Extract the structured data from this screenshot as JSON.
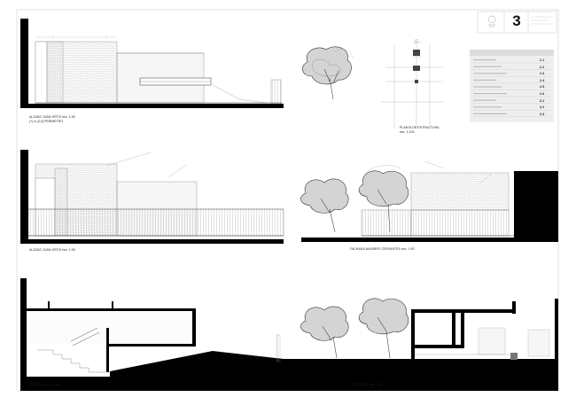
{
  "sheet": {
    "number": "3",
    "background": "#ffffff",
    "ink": "#111111"
  },
  "drawings": [
    {
      "id": "elev-1",
      "caption": "ALZADO JUAN ORTIZ esc. 1:50",
      "subcaption": "(+) A (0,0) PERIMETRO"
    },
    {
      "id": "floor-plan",
      "caption": "PLANTA DE ESTRUCTURA",
      "subcaption": "esc. 1:100"
    },
    {
      "id": "elev-2",
      "caption": "ALZADO JUAN ORTIZ esc. 1:50"
    },
    {
      "id": "elev-3",
      "caption": "FACHADA NAVARRO CERVANTES esc. 1:50"
    },
    {
      "id": "sect-1",
      "caption": "CORTE A-A esc. 1:50"
    },
    {
      "id": "sect-2",
      "caption": "CORTE B-B esc. 1:50"
    }
  ],
  "legend": {
    "rows": [
      "2.1",
      "2.2",
      "2.3",
      "2.4",
      "2.5",
      "2.6",
      "3.1",
      "3.2",
      "3.3"
    ]
  }
}
